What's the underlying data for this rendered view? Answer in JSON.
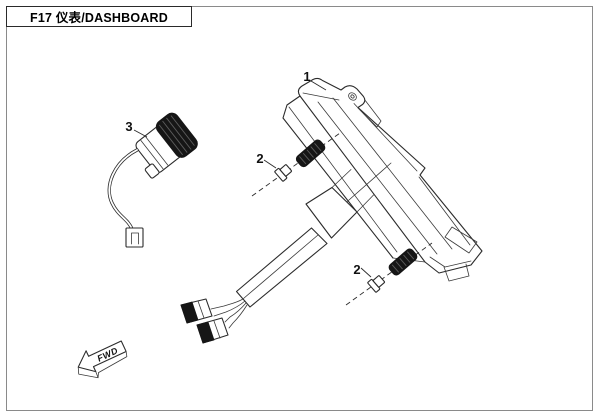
{
  "title_bar": {
    "label": "F17 仪表/DASHBOARD"
  },
  "diagram": {
    "callouts": {
      "dashboard": "1",
      "bolt_upper": "2",
      "bolt_lower": "2",
      "sensor": "3"
    },
    "direction_arrow_label": "FWD",
    "colors": {
      "line": "#2b2b2b",
      "filled_part": "#161616",
      "background": "#ffffff",
      "page_border": "#8a8a8a"
    }
  }
}
